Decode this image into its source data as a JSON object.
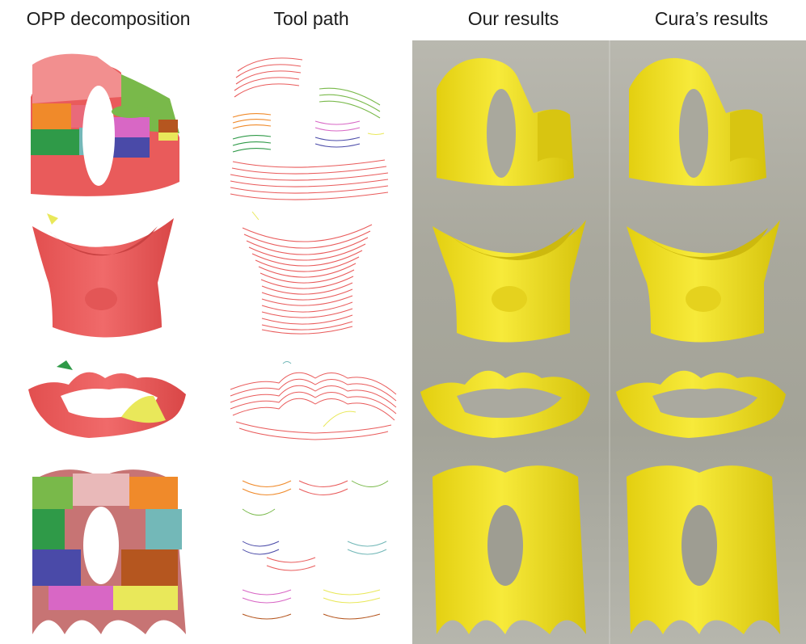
{
  "columns": [
    {
      "title": "OPP decomposition"
    },
    {
      "title": "Tool path"
    },
    {
      "title": "Our results"
    },
    {
      "title": "Cura’s results"
    }
  ],
  "colors": {
    "model_red": "#e95b5b",
    "print_yellow": "#f2e12a",
    "photo_background": "#aaa99f",
    "patch_palette": [
      "#f28f8f",
      "#2f9a48",
      "#f08a2a",
      "#79b94a",
      "#4a4aa8",
      "#d867c5",
      "#e9e85a",
      "#b5561f",
      "#73b8b8",
      "#c9b79a"
    ]
  },
  "icons": [
    "fertility-model",
    "vase-model",
    "ring-model",
    "lattice-model"
  ]
}
